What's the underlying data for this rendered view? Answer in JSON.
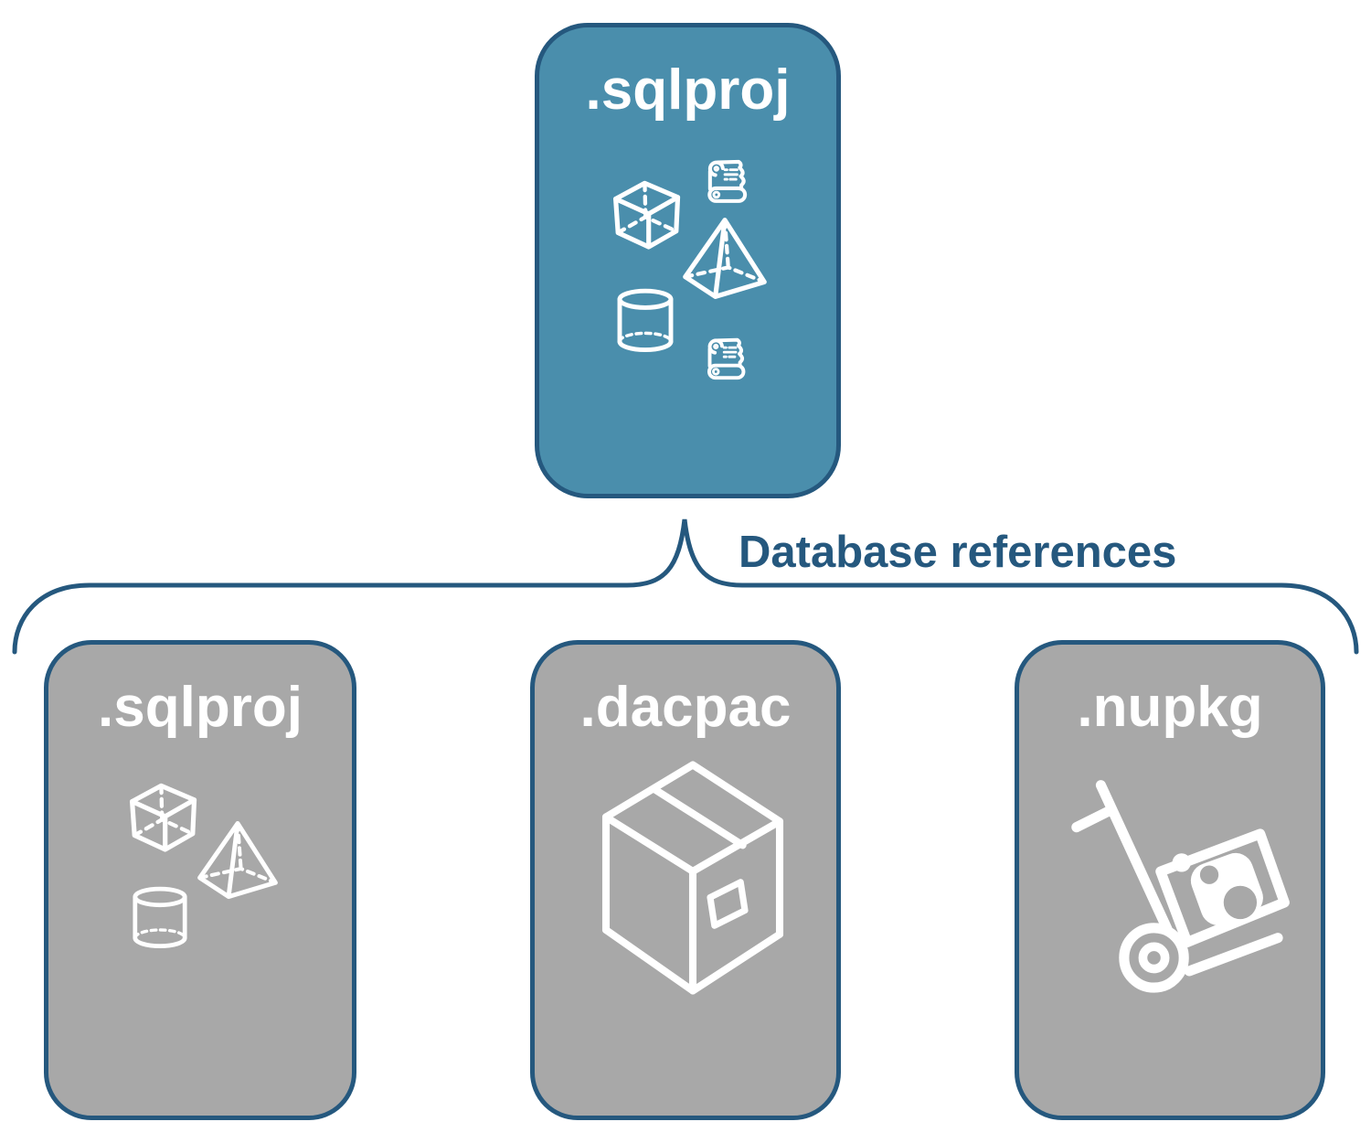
{
  "diagram": {
    "root": {
      "label": ".sqlproj",
      "icons": [
        "cube-icon",
        "scroll-icon",
        "pyramid-icon",
        "cylinder-icon",
        "scroll-icon"
      ]
    },
    "connector_label": "Database references",
    "children": [
      {
        "label": ".sqlproj",
        "icons": [
          "cube-icon",
          "pyramid-icon",
          "cylinder-icon"
        ]
      },
      {
        "label": ".dacpac",
        "icons": [
          "package-box-icon"
        ]
      },
      {
        "label": ".nupkg",
        "icons": [
          "hand-truck-icon"
        ]
      }
    ],
    "colors": {
      "root_fill": "#4A8EAC",
      "child_fill": "#A8A8A8",
      "outline": "#25587E",
      "label": "#25587E",
      "icon": "#FFFFFF"
    }
  }
}
